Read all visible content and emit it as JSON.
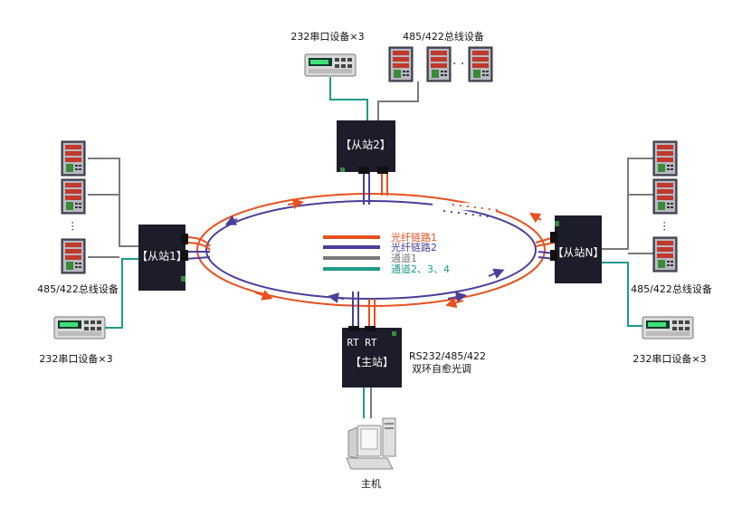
{
  "colors": {
    "fiber1": "#e8501e",
    "fiber2": "#4a3e9a",
    "channel1": "#7a7a7a",
    "channel234": "#1f9a8a",
    "device_dark": "#1c1c2a",
    "page_bg": "#ffffff"
  },
  "devices": {
    "main_station": {
      "label": "【主站】",
      "rt_label": "RT RT"
    },
    "slave1": {
      "label": "【从站1】"
    },
    "slave2": {
      "label": "【从站2】"
    },
    "slaveN": {
      "label": "【从站N】"
    }
  },
  "legend": [
    {
      "label": "光纤链路1",
      "color": "#e8501e"
    },
    {
      "label": "光纤链路2",
      "color": "#4a3e9a"
    },
    {
      "label": "通道1",
      "color": "#7a7a7a"
    },
    {
      "label": "通道2、3、4",
      "color": "#1f9a8a"
    }
  ],
  "labels": {
    "top_serial": "232串口设备×3",
    "top_bus": "485/422总线设备",
    "left_bus": "485/422总线设备",
    "left_serial": "232串口设备×3",
    "right_bus": "485/422总线设备",
    "right_serial": "232串口设备×3",
    "main_desc_line1": "RS232/485/422",
    "main_desc_line2": "双环自愈光调",
    "host": "主机"
  },
  "icons": {
    "meter": "panel-meter-icon",
    "multimeter": "multimeter-icon",
    "computer": "computer-icon",
    "ellipsis": "ellipsis-icon"
  }
}
